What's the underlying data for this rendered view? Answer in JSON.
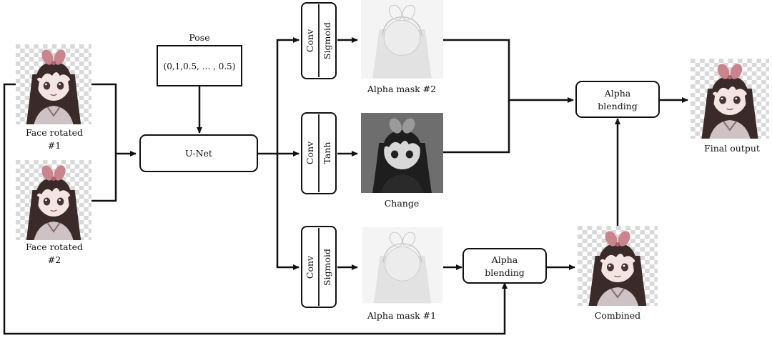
{
  "pose": {
    "label": "Pose",
    "value": "(0,1,0.5, ... , 0.5)"
  },
  "inputs": [
    {
      "caption_line1": "Face rotated",
      "caption_line2": "#1"
    },
    {
      "caption_line1": "Face rotated",
      "caption_line2": "#2"
    }
  ],
  "unet": {
    "label": "U-Net"
  },
  "branches": [
    {
      "conv": "Conv",
      "activation": "Sigmoid",
      "output_caption": "Alpha mask #2"
    },
    {
      "conv": "Conv",
      "activation": "Tanh",
      "output_caption": "Change"
    },
    {
      "conv": "Conv",
      "activation": "Sigmoid",
      "output_caption": "Alpha mask #1"
    }
  ],
  "alpha_blending_bottom": {
    "line1": "Alpha",
    "line2": "blending"
  },
  "alpha_blending_top": {
    "line1": "Alpha",
    "line2": "blending"
  },
  "combined": {
    "caption": "Combined"
  },
  "final_output": {
    "caption": "Final output"
  }
}
